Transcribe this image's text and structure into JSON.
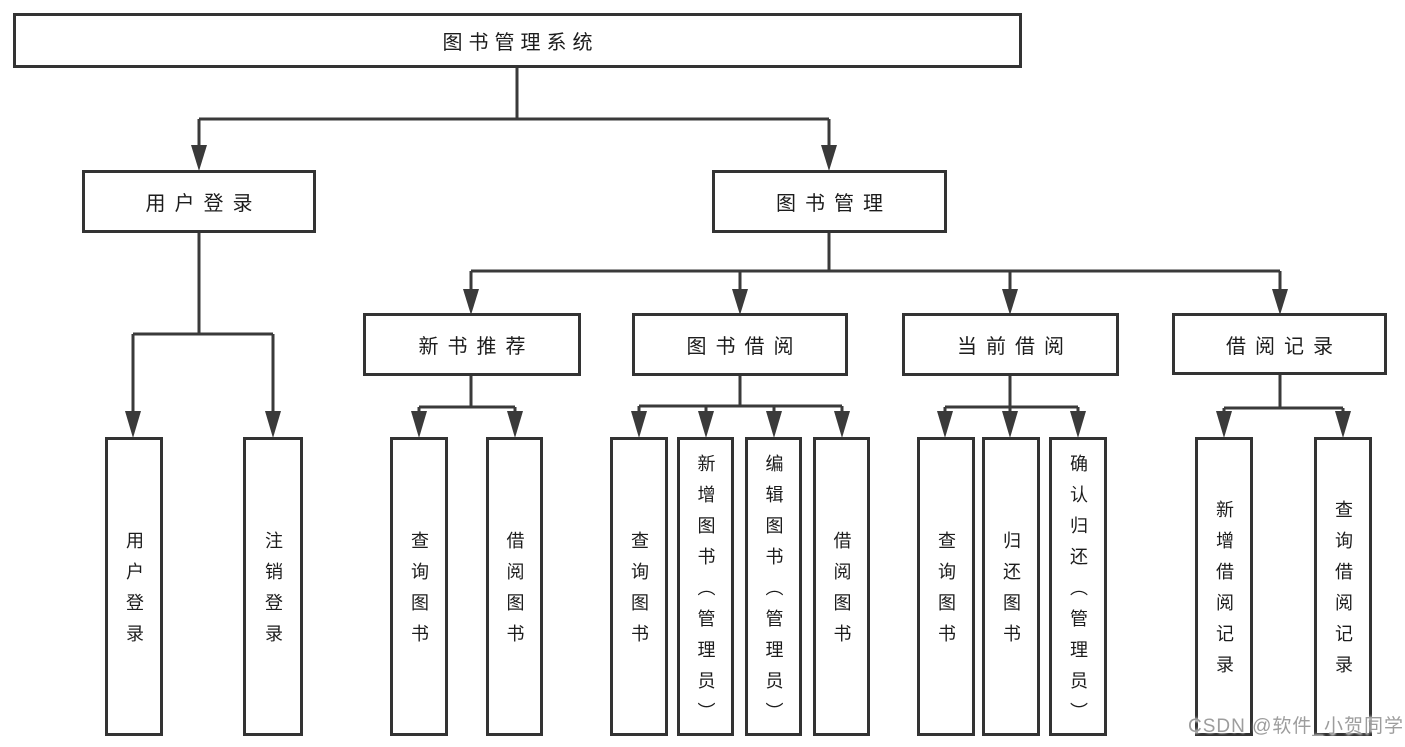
{
  "tree": {
    "root": {
      "label": "图书管理系统"
    },
    "branches": [
      {
        "label": "用户登录",
        "children": [
          {
            "label": "用户登录"
          },
          {
            "label": "注销登录"
          }
        ]
      },
      {
        "label": "图书管理",
        "children": [
          {
            "label": "新书推荐",
            "children": [
              {
                "label": "查询图书"
              },
              {
                "label": "借阅图书"
              }
            ]
          },
          {
            "label": "图书借阅",
            "children": [
              {
                "label": "查询图书"
              },
              {
                "label": "新增图书（管理员）"
              },
              {
                "label": "编辑图书（管理员）"
              },
              {
                "label": "借阅图书"
              }
            ]
          },
          {
            "label": "当前借阅",
            "children": [
              {
                "label": "查询图书"
              },
              {
                "label": "归还图书"
              },
              {
                "label": "确认归还（管理员）"
              }
            ]
          },
          {
            "label": "借阅记录",
            "children": [
              {
                "label": "新增借阅记录"
              },
              {
                "label": "查询借阅记录"
              }
            ]
          }
        ]
      }
    ]
  },
  "watermark": "CSDN @软件_小贺同学",
  "colors": {
    "line": "#3a3a3a",
    "text": "#1c1c1c",
    "watermark": "#9d9d9d",
    "background": "#ffffff"
  }
}
